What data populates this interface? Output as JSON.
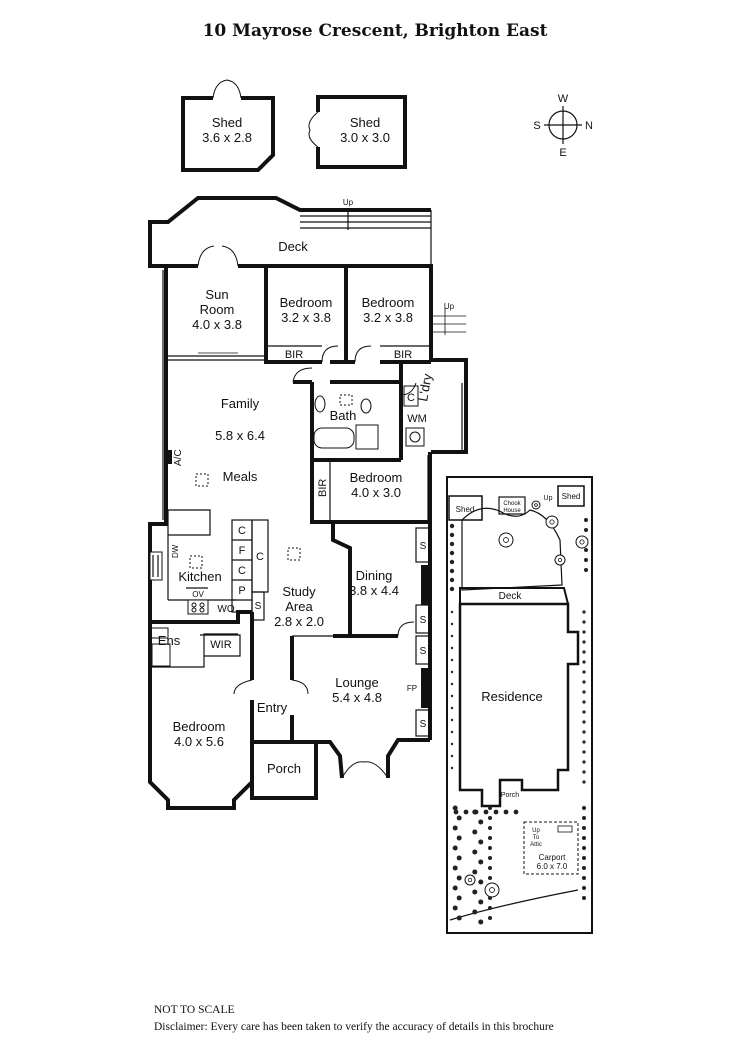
{
  "title": "10 Mayrose Crescent, Brighton East",
  "compass": {
    "w": "W",
    "s": "S",
    "n": "N",
    "e": "E"
  },
  "outbuildings": [
    {
      "name": "Shed",
      "size": "3.6 x 2.8"
    },
    {
      "name": "Shed",
      "size": "3.0 x 3.0"
    }
  ],
  "labels": {
    "deck": "Deck",
    "up": "Up",
    "up_side": "Up",
    "sun_room": {
      "line1": "Sun",
      "line2": "Room",
      "size": "4.0 x 3.8"
    },
    "bedroom2": {
      "name": "Bedroom",
      "size": "3.2 x 3.8"
    },
    "bedroom3": {
      "name": "Bedroom",
      "size": "3.2 x 3.8"
    },
    "bir": "BIR",
    "family": {
      "name": "Family",
      "size": "5.8 x 6.4"
    },
    "meals": "Meals",
    "ac": "A/C",
    "bath": "Bath",
    "laundry": "L'dry",
    "c": "C",
    "wm": "WM",
    "bedroom4": {
      "name": "Bedroom",
      "size": "4.0 x 3.0"
    },
    "kitchen": "Kitchen",
    "dw": "DW",
    "ov": "OV",
    "wo": "WO",
    "f": "F",
    "p": "P",
    "s": "S",
    "study": {
      "line1": "Study",
      "line2": "Area",
      "size": "2.8 x 2.0"
    },
    "dining": {
      "name": "Dining",
      "size": "3.8 x 4.4"
    },
    "ens": "Ens",
    "wir": "WIR",
    "lounge": {
      "name": "Lounge",
      "size": "5.4 x 4.8"
    },
    "fp": "FP",
    "entry": "Entry",
    "bedroom1": {
      "name": "Bedroom",
      "size": "4.0 x 5.6"
    },
    "porch": "Porch"
  },
  "site": {
    "shed_left": "Shed",
    "chook_line1": "Chook",
    "chook_line2": "House",
    "up": "Up",
    "shed_right": "Shed",
    "deck": "Deck",
    "residence": "Residence",
    "porch": "Porch",
    "attic_line1": "Up",
    "attic_line2": "To",
    "attic_line3": "Attic",
    "carport": "Carport",
    "carport_size": "6.0 x 7.0"
  },
  "footer": {
    "not_to_scale": "NOT TO SCALE",
    "disclaimer": "Disclaimer: Every care has been taken to verify the accuracy of details in this brochure"
  }
}
